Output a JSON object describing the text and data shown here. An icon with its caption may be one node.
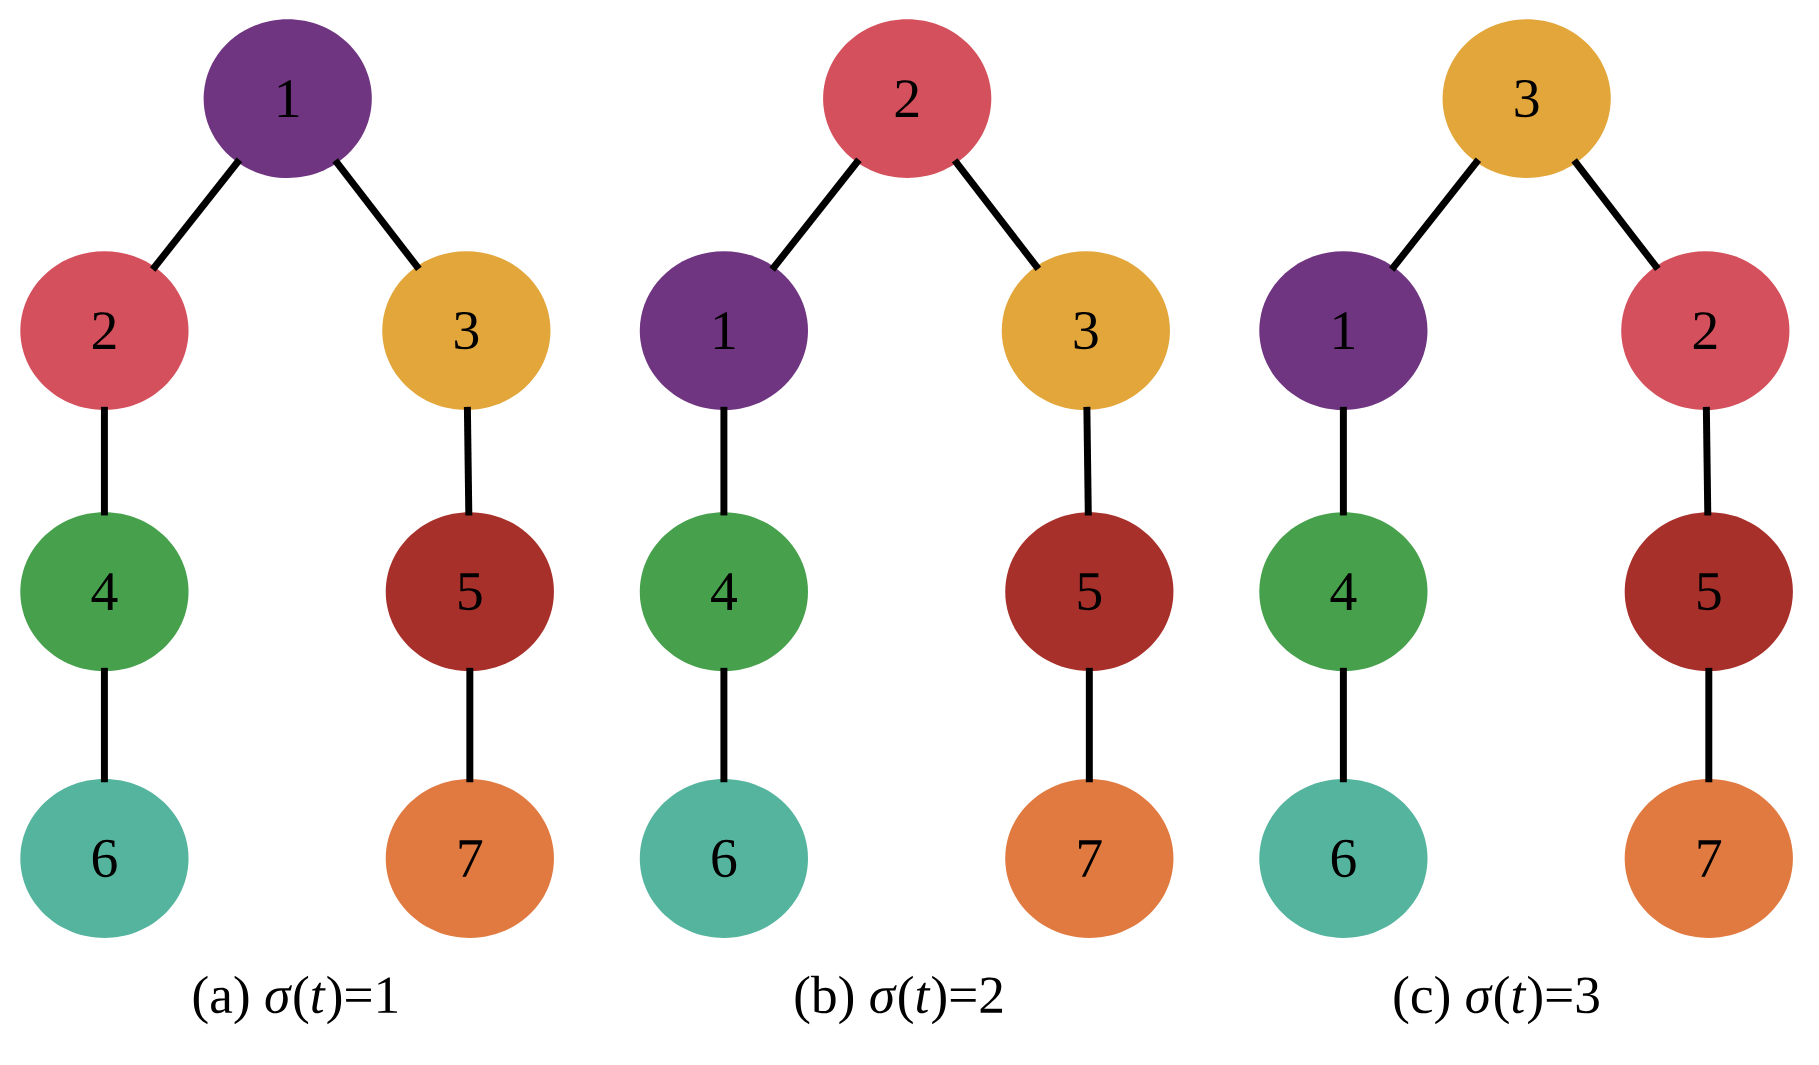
{
  "diagram": {
    "nodes": [
      {
        "text": [
          "1"
        ]
      },
      {
        "text": [
          "2"
        ]
      },
      {
        "text": [
          "3"
        ]
      },
      {
        "text": [
          "4"
        ]
      },
      {
        "text": [
          "5"
        ]
      },
      {
        "text": [
          "6"
        ]
      },
      {
        "text": [
          "7"
        ]
      },
      {
        "text": [
          "2"
        ]
      },
      {
        "text": [
          "1"
        ]
      },
      {
        "text": [
          "3"
        ]
      },
      {
        "text": [
          "4"
        ]
      },
      {
        "text": [
          "5"
        ]
      },
      {
        "text": [
          "6"
        ]
      },
      {
        "text": [
          "7"
        ]
      },
      {
        "text": [
          "3"
        ]
      },
      {
        "text": [
          "1"
        ]
      },
      {
        "text": [
          "2"
        ]
      },
      {
        "text": [
          "4"
        ]
      },
      {
        "text": [
          "5"
        ]
      },
      {
        "text": [
          "6"
        ]
      },
      {
        "text": [
          "7"
        ]
      }
    ],
    "edges": [
      {
        "from": 0,
        "to": 1,
        "arrow": "none"
      },
      {
        "from": 0,
        "to": 2,
        "arrow": "none"
      },
      {
        "from": 1,
        "to": 3,
        "arrow": "none"
      },
      {
        "from": 2,
        "to": 4,
        "arrow": "none"
      },
      {
        "from": 3,
        "to": 5,
        "arrow": "none"
      },
      {
        "from": 4,
        "to": 6,
        "arrow": "none"
      },
      {
        "from": 7,
        "to": 8,
        "arrow": "none"
      },
      {
        "from": 7,
        "to": 9,
        "arrow": "none"
      },
      {
        "from": 8,
        "to": 10,
        "arrow": "none"
      },
      {
        "from": 9,
        "to": 11,
        "arrow": "none"
      },
      {
        "from": 10,
        "to": 12,
        "arrow": "none"
      },
      {
        "from": 11,
        "to": 13,
        "arrow": "none"
      },
      {
        "from": 14,
        "to": 15,
        "arrow": "none"
      },
      {
        "from": 14,
        "to": 16,
        "arrow": "none"
      },
      {
        "from": 15,
        "to": 17,
        "arrow": "none"
      },
      {
        "from": 16,
        "to": 18,
        "arrow": "none"
      },
      {
        "from": 17,
        "to": 19,
        "arrow": "none"
      },
      {
        "from": 18,
        "to": 20,
        "arrow": "none"
      }
    ],
    "labels": [
      "(a) *σ*(*t*)=1",
      "(b) *σ*(*t*)=2",
      "(c) *σ*(*t*)=3"
    ]
  }
}
